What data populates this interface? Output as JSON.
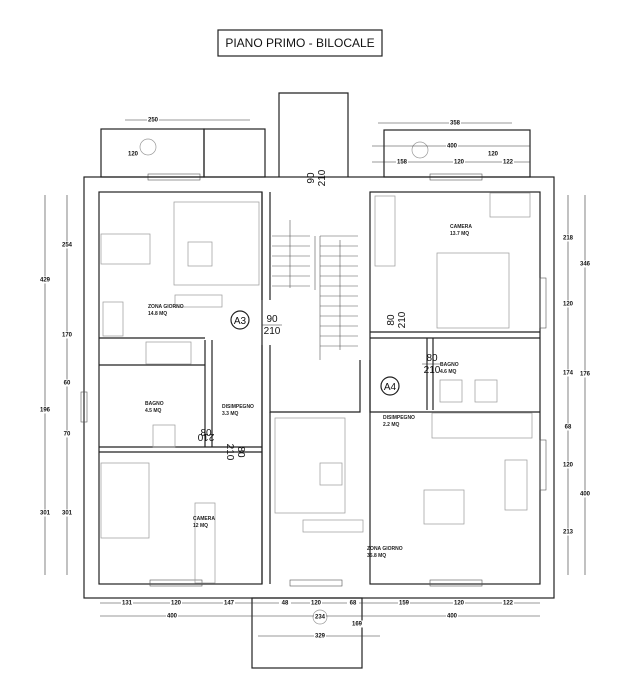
{
  "title": "PIANO PRIMO - BILOCALE",
  "rooms": [
    {
      "name": "ZONA GIORNO",
      "area": "14.8 MQ"
    },
    {
      "name": "BAGNO",
      "area": "4.5 MQ"
    },
    {
      "name": "DISIMPEGNO",
      "area": "3.3 MQ"
    },
    {
      "name": "CAMERA",
      "area": "12 MQ"
    },
    {
      "name": "CAMERA",
      "area": "13.7 MQ"
    },
    {
      "name": "BAGNO",
      "area": "4.6 MQ"
    },
    {
      "name": "DISIMPEGNO",
      "area": "2.2 MQ"
    },
    {
      "name": "ZONA GIORNO",
      "area": "35.8 MQ"
    }
  ],
  "doors": {
    "a3": {
      "tag": "A3",
      "width": "90",
      "height": "210"
    },
    "a4": {
      "tag": "A4",
      "width": "80",
      "height": "210"
    },
    "stair_door": {
      "width": "90",
      "height": "210"
    },
    "camera_door": {
      "width": "80",
      "height": "210"
    },
    "bagno_left_door": {
      "width": "80",
      "height": "210"
    },
    "camera_left_door": {
      "width": "80",
      "height": "210"
    }
  },
  "dimensions": {
    "left_outer": [
      "429",
      "196",
      "301"
    ],
    "left_inner": [
      "254",
      "170",
      "60",
      "70",
      "301"
    ],
    "right_inner": [
      "218",
      "120",
      "174",
      "68",
      "120",
      "213"
    ],
    "right_outer": [
      "346",
      "176",
      "400"
    ],
    "bottom_row1": [
      "131",
      "120",
      "147",
      "48",
      "120",
      "68",
      "159",
      "120",
      "122"
    ],
    "bottom_row2": [
      "400",
      "234",
      "400"
    ],
    "bottom_balcony": [
      "329",
      "169"
    ],
    "top": [
      "250",
      "120",
      "358",
      "400",
      "158",
      "120",
      "122",
      "120"
    ]
  }
}
